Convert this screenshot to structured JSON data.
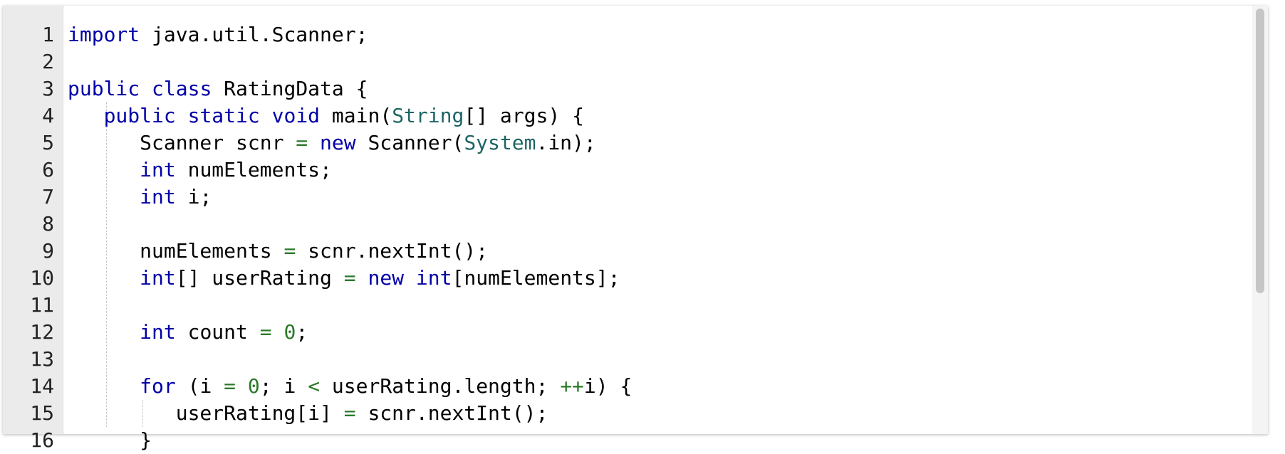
{
  "editor": {
    "language": "java",
    "lines": [
      {
        "n": "1",
        "tokens": [
          [
            "kw",
            "import"
          ],
          [
            "plain",
            " java.util.Scanner;"
          ]
        ]
      },
      {
        "n": "2",
        "tokens": []
      },
      {
        "n": "3",
        "tokens": [
          [
            "kw",
            "public"
          ],
          [
            "plain",
            " "
          ],
          [
            "kw",
            "class"
          ],
          [
            "plain",
            " RatingData {"
          ]
        ]
      },
      {
        "n": "4",
        "tokens": [
          [
            "plain",
            "   "
          ],
          [
            "kw",
            "public"
          ],
          [
            "plain",
            " "
          ],
          [
            "kw",
            "static"
          ],
          [
            "plain",
            " "
          ],
          [
            "kw",
            "void"
          ],
          [
            "plain",
            " main("
          ],
          [
            "ty",
            "String"
          ],
          [
            "plain",
            "[] args) {"
          ]
        ]
      },
      {
        "n": "5",
        "tokens": [
          [
            "plain",
            "      Scanner scnr "
          ],
          [
            "op",
            "="
          ],
          [
            "plain",
            " "
          ],
          [
            "kw",
            "new"
          ],
          [
            "plain",
            " Scanner("
          ],
          [
            "ty",
            "System"
          ],
          [
            "plain",
            ".in);"
          ]
        ]
      },
      {
        "n": "6",
        "tokens": [
          [
            "plain",
            "      "
          ],
          [
            "kw",
            "int"
          ],
          [
            "plain",
            " numElements;"
          ]
        ]
      },
      {
        "n": "7",
        "tokens": [
          [
            "plain",
            "      "
          ],
          [
            "kw",
            "int"
          ],
          [
            "plain",
            " i;"
          ]
        ]
      },
      {
        "n": "8",
        "tokens": []
      },
      {
        "n": "9",
        "tokens": [
          [
            "plain",
            "      numElements "
          ],
          [
            "op",
            "="
          ],
          [
            "plain",
            " scnr.nextInt();"
          ]
        ]
      },
      {
        "n": "10",
        "tokens": [
          [
            "plain",
            "      "
          ],
          [
            "kw",
            "int"
          ],
          [
            "plain",
            "[] userRating "
          ],
          [
            "op",
            "="
          ],
          [
            "plain",
            " "
          ],
          [
            "kw",
            "new"
          ],
          [
            "plain",
            " "
          ],
          [
            "kw",
            "int"
          ],
          [
            "plain",
            "[numElements];"
          ]
        ]
      },
      {
        "n": "11",
        "tokens": []
      },
      {
        "n": "12",
        "tokens": [
          [
            "plain",
            "      "
          ],
          [
            "kw",
            "int"
          ],
          [
            "plain",
            " count "
          ],
          [
            "op",
            "="
          ],
          [
            "plain",
            " "
          ],
          [
            "num",
            "0"
          ],
          [
            "plain",
            ";"
          ]
        ]
      },
      {
        "n": "13",
        "tokens": []
      },
      {
        "n": "14",
        "tokens": [
          [
            "plain",
            "      "
          ],
          [
            "kw",
            "for"
          ],
          [
            "plain",
            " (i "
          ],
          [
            "op",
            "="
          ],
          [
            "plain",
            " "
          ],
          [
            "num",
            "0"
          ],
          [
            "plain",
            "; i "
          ],
          [
            "op",
            "<"
          ],
          [
            "plain",
            " userRating.length; "
          ],
          [
            "op",
            "++"
          ],
          [
            "plain",
            "i) {"
          ]
        ]
      },
      {
        "n": "15",
        "tokens": [
          [
            "plain",
            "         userRating[i] "
          ],
          [
            "op",
            "="
          ],
          [
            "plain",
            " scnr.nextInt();"
          ]
        ]
      },
      {
        "n": "16",
        "tokens": [
          [
            "plain",
            "      }"
          ]
        ]
      }
    ]
  },
  "colors": {
    "keyword": "#0000a8",
    "type": "#1e6565",
    "operator": "#2a7a2a",
    "number": "#2a7a2a",
    "gutter_bg": "#ebebeb"
  }
}
